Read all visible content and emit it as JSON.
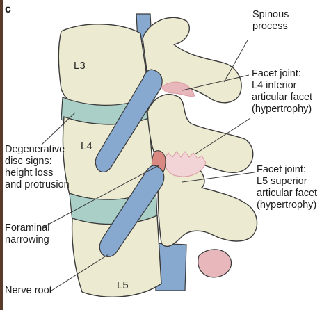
{
  "panel_letter": "c",
  "vertebrae": {
    "l3": "L3",
    "l4": "L4",
    "l5": "L5"
  },
  "callouts": {
    "spinous_process": "Spinous\nprocess",
    "facet_l4": "Facet joint:\nL4 inferior\narticular facet\n(hypertrophy)",
    "facet_l5": "Facet joint:\nL5 superior\narticular facet\n(hypertrophy)",
    "degenerative": "Degenerative\ndisc signs:\nheight loss\nand protrusion",
    "foraminal": "Foraminal\nnarrowing",
    "nerve_root": "Nerve root"
  },
  "colors": {
    "bone": "#ecebd1",
    "bone_shadow": "#d8d6b6",
    "outline": "#3a3a3a",
    "disc": "#a9cfc7",
    "nerve": "#87a8cf",
    "facet_pink": "#e8b7bc",
    "foramen_red": "#d98982",
    "left_strip": "#5a3a2a"
  }
}
